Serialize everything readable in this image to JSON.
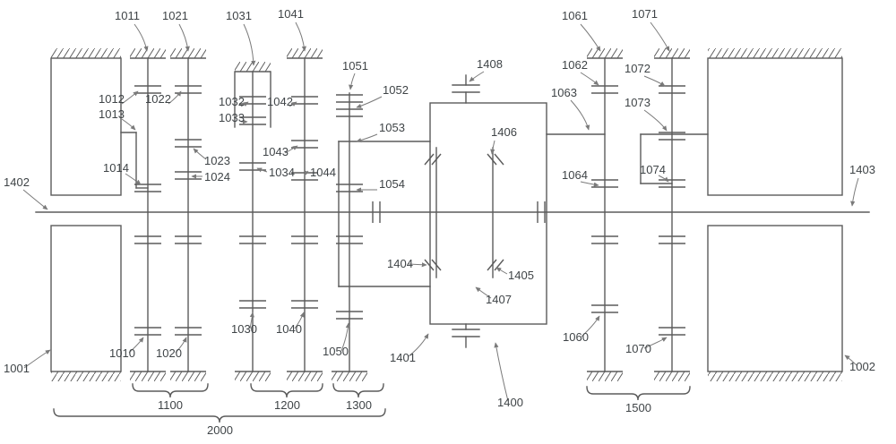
{
  "figure": {
    "background": "#ffffff",
    "line_color": "#5b5b5b",
    "leader_color": "#7a7a7a",
    "label_color": "#3f4447",
    "description_labels": {
      "l1001": "1001",
      "l1002": "1002",
      "l1010": "1010",
      "l1011": "1011",
      "l1012": "1012",
      "l1013": "1013",
      "l1014": "1014",
      "l1020": "1020",
      "l1021": "1021",
      "l1022": "1022",
      "l1023": "1023",
      "l1024": "1024",
      "l1030": "1030",
      "l1031": "1031",
      "l1032": "1032",
      "l1033": "1033",
      "l1034": "1034",
      "l1040": "1040",
      "l1041": "1041",
      "l1042": "1042",
      "l1043": "1043",
      "l1044": "1044",
      "l1050": "1050",
      "l1051": "1051",
      "l1052": "1052",
      "l1053": "1053",
      "l1054": "1054",
      "l1060": "1060",
      "l1061": "1061",
      "l1062": "1062",
      "l1063": "1063",
      "l1064": "1064",
      "l1070": "1070",
      "l1071": "1071",
      "l1072": "1072",
      "l1073": "1073",
      "l1074": "1074",
      "l1100": "1100",
      "l1200": "1200",
      "l1300": "1300",
      "l1400": "1400",
      "l1401": "1401",
      "l1402": "1402",
      "l1403": "1403",
      "l1404": "1404",
      "l1405": "1405",
      "l1406": "1406",
      "l1407": "1407",
      "l1408": "1408",
      "l1500": "1500",
      "l2000": "2000"
    }
  }
}
